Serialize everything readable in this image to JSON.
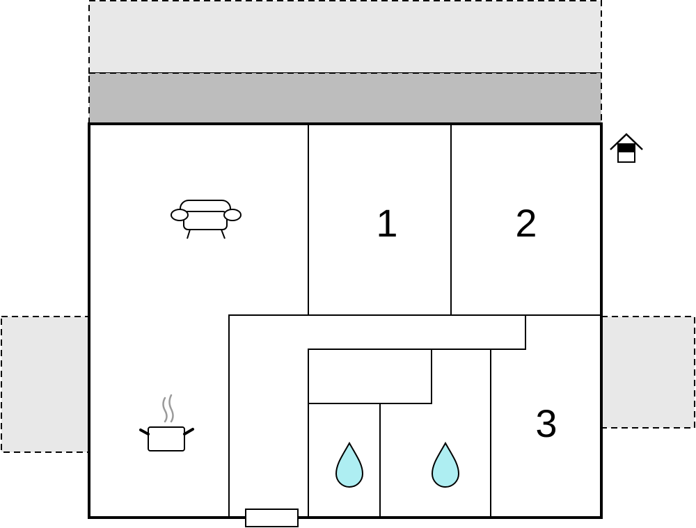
{
  "rooms": {
    "bedroom_1": {
      "label": "1"
    },
    "bedroom_2": {
      "label": "2"
    },
    "bedroom_3": {
      "label": "3"
    }
  },
  "icons": {
    "living_room": "sofa-icon",
    "kitchen": "cooking-pot-icon",
    "bathroom_1": "water-drop-icon",
    "bathroom_2": "water-drop-icon",
    "entrance": "house-entrance-icon"
  },
  "colors": {
    "wall": "#000000",
    "terrace_light": "#e8e8e8",
    "terrace_covered": "#bdbdbd",
    "water_drop": "#aeeef2",
    "floor": "#ffffff"
  }
}
